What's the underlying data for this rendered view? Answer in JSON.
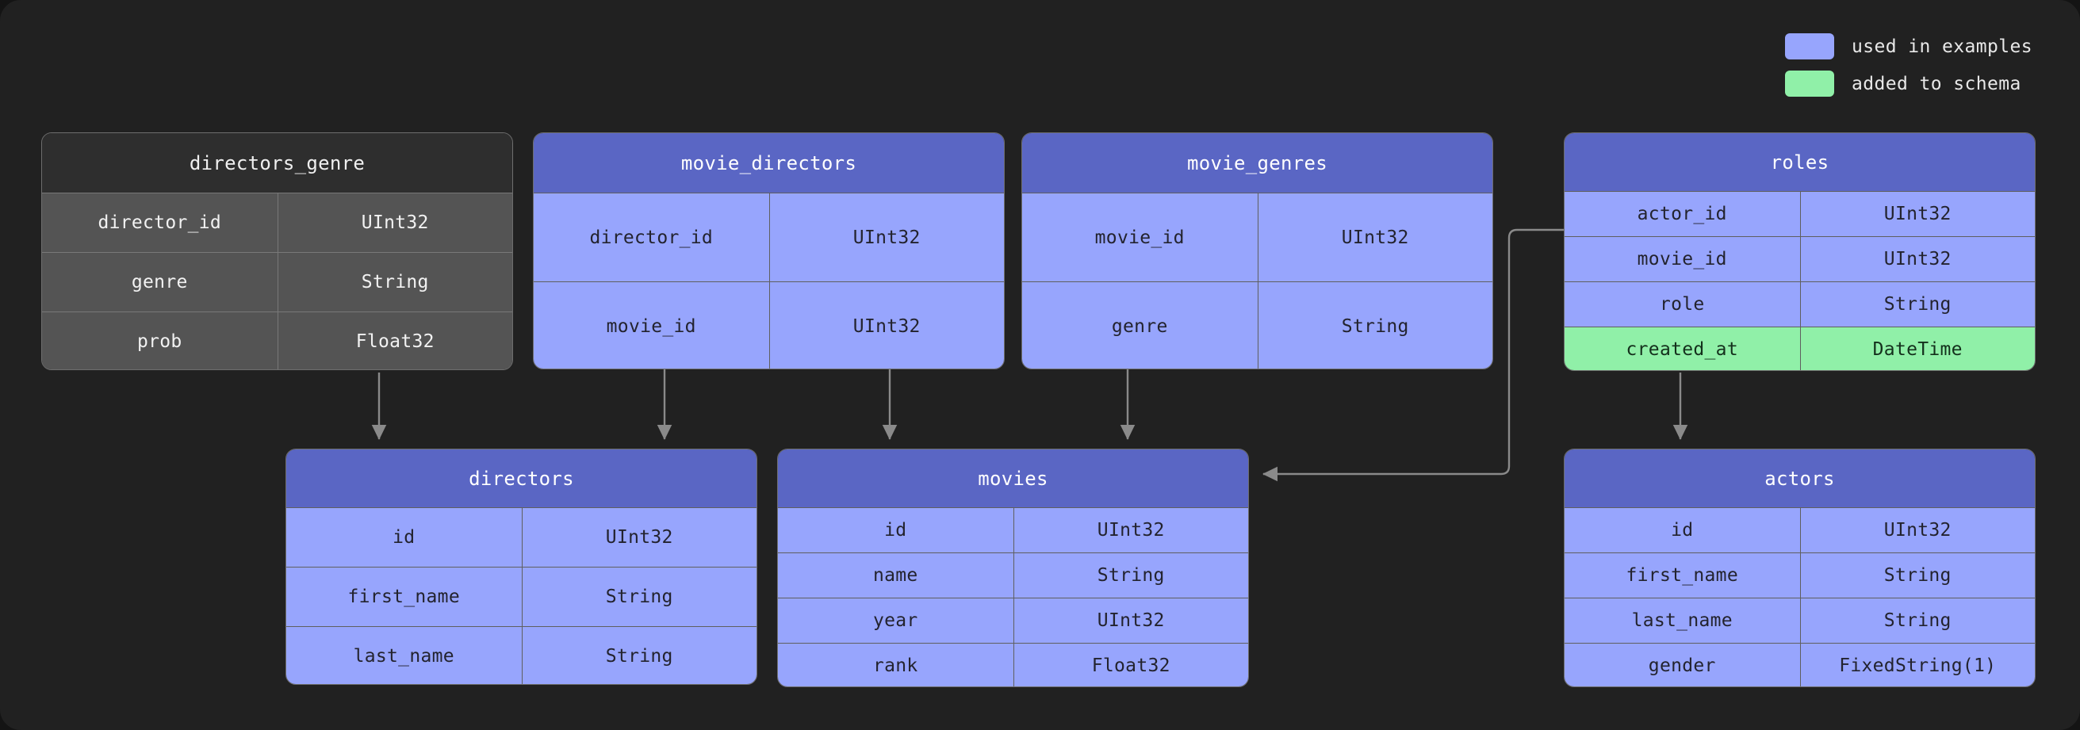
{
  "legend": {
    "items": [
      {
        "swatch": "blue",
        "label": "used in examples",
        "color": "#97a5fd"
      },
      {
        "swatch": "green",
        "label": "added to schema",
        "color": "#90f0a8"
      }
    ]
  },
  "colors": {
    "background": "#212121",
    "page_background": "#141414",
    "header_blue": "#5a66c4",
    "body_blue": "#97a5fd",
    "added_green": "#90f0a8",
    "header_gray": "#2e2e2e",
    "body_gray": "#545454",
    "edge": "#8a8a8a"
  },
  "tables": [
    {
      "id": "directors_genre",
      "name": "directors_genre",
      "theme": "gray",
      "columns": [
        {
          "name": "director_id",
          "type": "UInt32",
          "state": "normal"
        },
        {
          "name": "genre",
          "type": "String",
          "state": "normal"
        },
        {
          "name": "prob",
          "type": "Float32",
          "state": "normal"
        }
      ]
    },
    {
      "id": "movie_directors",
      "name": "movie_directors",
      "theme": "blue",
      "columns": [
        {
          "name": "director_id",
          "type": "UInt32",
          "state": "normal"
        },
        {
          "name": "movie_id",
          "type": "UInt32",
          "state": "normal"
        }
      ]
    },
    {
      "id": "movie_genres",
      "name": "movie_genres",
      "theme": "blue",
      "columns": [
        {
          "name": "movie_id",
          "type": "UInt32",
          "state": "normal"
        },
        {
          "name": "genre",
          "type": "String",
          "state": "normal"
        }
      ]
    },
    {
      "id": "roles",
      "name": "roles",
      "theme": "blue",
      "columns": [
        {
          "name": "actor_id",
          "type": "UInt32",
          "state": "normal"
        },
        {
          "name": "movie_id",
          "type": "UInt32",
          "state": "normal"
        },
        {
          "name": "role",
          "type": "String",
          "state": "normal"
        },
        {
          "name": "created_at",
          "type": "DateTime",
          "state": "added"
        }
      ]
    },
    {
      "id": "directors",
      "name": "directors",
      "theme": "blue",
      "columns": [
        {
          "name": "id",
          "type": "UInt32",
          "state": "normal"
        },
        {
          "name": "first_name",
          "type": "String",
          "state": "normal"
        },
        {
          "name": "last_name",
          "type": "String",
          "state": "normal"
        }
      ]
    },
    {
      "id": "movies",
      "name": "movies",
      "theme": "blue",
      "columns": [
        {
          "name": "id",
          "type": "UInt32",
          "state": "normal"
        },
        {
          "name": "name",
          "type": "String",
          "state": "normal"
        },
        {
          "name": "year",
          "type": "UInt32",
          "state": "normal"
        },
        {
          "name": "rank",
          "type": "Float32",
          "state": "normal"
        }
      ]
    },
    {
      "id": "actors",
      "name": "actors",
      "theme": "blue",
      "columns": [
        {
          "name": "id",
          "type": "UInt32",
          "state": "normal"
        },
        {
          "name": "first_name",
          "type": "String",
          "state": "normal"
        },
        {
          "name": "last_name",
          "type": "String",
          "state": "normal"
        },
        {
          "name": "gender",
          "type": "FixedString(1)",
          "state": "normal"
        }
      ]
    }
  ],
  "edges": [
    {
      "from": "directors_genre",
      "to": "directors",
      "kind": "vertical"
    },
    {
      "from": "movie_directors",
      "to": "directors",
      "kind": "vertical"
    },
    {
      "from": "movie_directors",
      "to": "movies",
      "kind": "vertical"
    },
    {
      "from": "movie_genres",
      "to": "movies",
      "kind": "vertical"
    },
    {
      "from": "roles",
      "to": "movies",
      "kind": "elbow"
    },
    {
      "from": "roles",
      "to": "actors",
      "kind": "vertical"
    }
  ]
}
